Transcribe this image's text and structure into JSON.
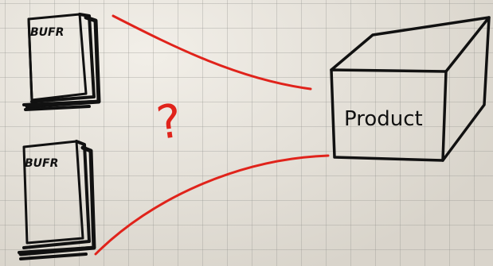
{
  "sketch": {
    "stack_top_label": "BUFR",
    "stack_bottom_label": "BUFR",
    "product_label": "Product",
    "question_mark": "?"
  },
  "colors": {
    "ink": "#111111",
    "red": "#e0231b",
    "paper": "#ebe6dc"
  }
}
